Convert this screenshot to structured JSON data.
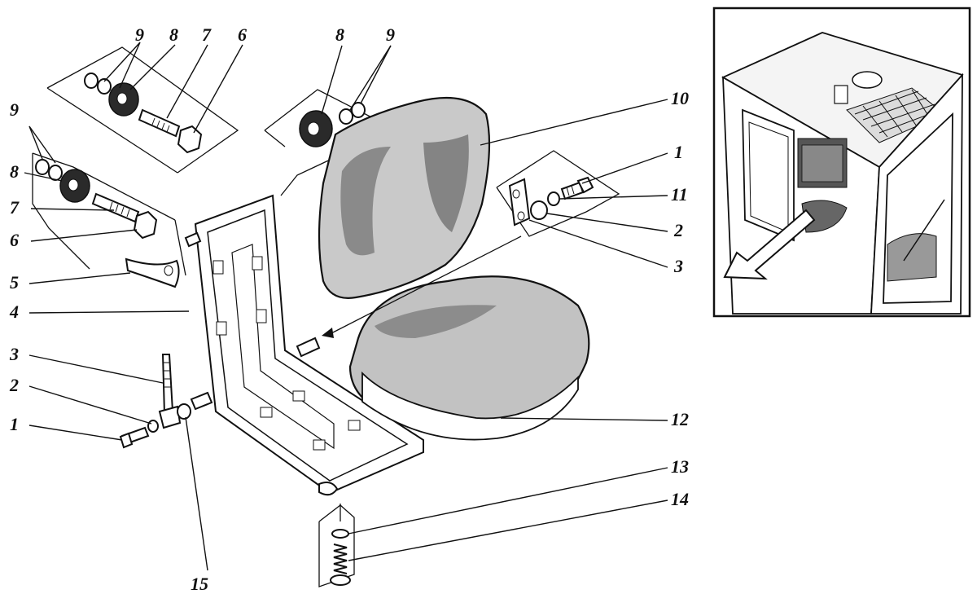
{
  "callouts": {
    "left_9": "9",
    "left_8": "8",
    "left_7": "7",
    "left_6": "6",
    "left_5": "5",
    "left_4": "4",
    "left_3": "3",
    "left_2": "2",
    "left_1": "1",
    "top_9": "9",
    "top_8": "8",
    "top_7": "7",
    "top_6": "6",
    "mid_8": "8",
    "mid_9": "9",
    "right_10": "10",
    "right_1": "1",
    "right_11": "11",
    "right_2": "2",
    "right_3": "3",
    "right_12": "12",
    "right_13": "13",
    "right_14": "14",
    "bottom_15": "15"
  },
  "colors": {
    "ink": "#111111",
    "paper": "#ffffff",
    "shade": "#2a2a2a"
  }
}
